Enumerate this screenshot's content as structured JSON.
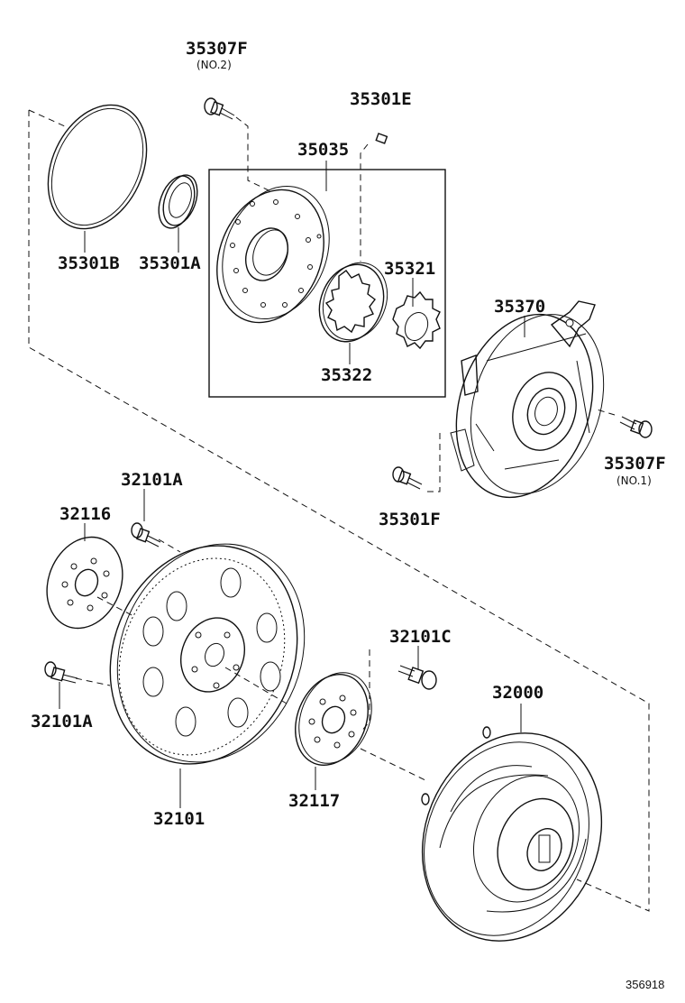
{
  "diagram": {
    "reference_number": "356918",
    "parts": [
      {
        "number": "35307F",
        "note": "(NO.2)"
      },
      {
        "number": "35301E",
        "note": ""
      },
      {
        "number": "35035",
        "note": ""
      },
      {
        "number": "35301B",
        "note": ""
      },
      {
        "number": "35301A",
        "note": ""
      },
      {
        "number": "35321",
        "note": ""
      },
      {
        "number": "35322",
        "note": ""
      },
      {
        "number": "35370",
        "note": ""
      },
      {
        "number": "35307F",
        "note": "(NO.1)"
      },
      {
        "number": "35301F",
        "note": ""
      },
      {
        "number": "32101A",
        "note": ""
      },
      {
        "number": "32116",
        "note": ""
      },
      {
        "number": "32101C",
        "note": ""
      },
      {
        "number": "32000",
        "note": ""
      },
      {
        "number": "32101A",
        "note": ""
      },
      {
        "number": "32117",
        "note": ""
      },
      {
        "number": "32101",
        "note": ""
      }
    ]
  }
}
